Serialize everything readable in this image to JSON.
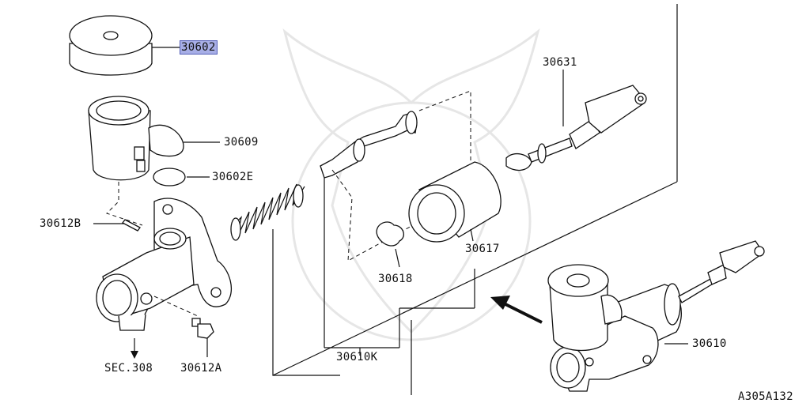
{
  "diagram": {
    "id_code": "A305A132",
    "labels": {
      "p30602": "30602",
      "p30609": "30609",
      "p30602E": "30602E",
      "p30612B": "30612B",
      "p30612A": "30612A",
      "sec308": "SEC.308",
      "p30631": "30631",
      "p30617": "30617",
      "p30618": "30618",
      "p30610K": "30610K",
      "p30610": "30610"
    },
    "highlight_color": "#a7aee6"
  }
}
